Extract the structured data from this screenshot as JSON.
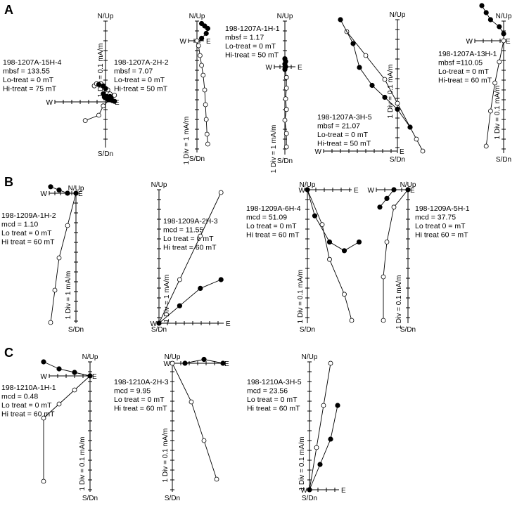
{
  "sections": [
    {
      "label": "A"
    },
    {
      "label": "B"
    },
    {
      "label": "C"
    }
  ],
  "chart_data": [
    {
      "type": "scatter",
      "id": "a15",
      "axes": {
        "n": "N/Up",
        "s": "S/Dn",
        "w": "W",
        "e": "E"
      },
      "scale": "1 Div = 0.1 mA/m",
      "info": [
        "198-1207A-15H-4",
        "mbsf = 133.55",
        "Lo-treat = 0 mT",
        "Hi-treat = 75 mT"
      ],
      "series": [
        {
          "values": [
            [
              -0.5,
              0.6
            ],
            [
              -0.4,
              0.68
            ],
            [
              -0.2,
              0.68
            ],
            [
              0.1,
              0.45
            ],
            [
              0.2,
              0.3
            ],
            [
              0.4,
              0.25
            ],
            [
              -0.1,
              -0.15
            ],
            [
              -0.3,
              -0.5
            ],
            [
              -0.9,
              -0.7
            ]
          ]
        },
        {
          "values": [
            [
              -0.3,
              0.65
            ],
            [
              -0.1,
              0.6
            ],
            [
              0.0,
              0.5
            ],
            [
              -0.1,
              0.3
            ],
            [
              0.05,
              0.2
            ],
            [
              0.1,
              0.1
            ],
            [
              0.2,
              0.2
            ],
            [
              0.25,
              0.15
            ],
            [
              -0.05,
              0.18
            ],
            [
              0.2,
              0.1
            ],
            [
              0.3,
              0.05
            ],
            [
              0.4,
              0.02
            ]
          ]
        }
      ]
    },
    {
      "type": "scatter",
      "id": "a2h",
      "axes": {
        "n": "N/Up",
        "s": "S/Dn",
        "w": "W",
        "e": "E"
      },
      "scale": "1 Div = 1 mA/m",
      "info": [
        "198-1207A-2H-2",
        "mbsf = 7.07",
        "Lo-treat = 0 mT",
        "Hi-treat = 50 mT"
      ],
      "series": [
        {
          "values": [
            [
              0.0,
              0.0
            ],
            [
              0.1,
              -0.1
            ],
            [
              0.2,
              -0.3
            ],
            [
              0.3,
              -0.5
            ],
            [
              0.4,
              -0.7
            ],
            [
              0.5,
              -1.0
            ],
            [
              0.55,
              -1.3
            ],
            [
              0.6,
              -1.6
            ],
            [
              0.65,
              -1.9
            ],
            [
              0.7,
              -2.1
            ]
          ]
        },
        {
          "values": [
            [
              0.3,
              0.35
            ],
            [
              0.5,
              0.3
            ],
            [
              0.7,
              0.25
            ],
            [
              0.6,
              0.15
            ],
            [
              0.3,
              0.05
            ]
          ]
        }
      ]
    },
    {
      "type": "scatter",
      "id": "a1h",
      "axes": {
        "n": "N/Up",
        "s": "S/Dn",
        "w": "W",
        "e": "E"
      },
      "scale": "1 Div = 1 mA/m",
      "info": [
        "198-1207A-1H-1",
        "mbsf = 1.17",
        "Lo-treat = 0 mT",
        "Hi-treat = 50 mT"
      ],
      "series": [
        {
          "values": [
            [
              0.0,
              0.0
            ],
            [
              0.1,
              -0.4
            ],
            [
              0.1,
              -0.8
            ],
            [
              0.05,
              -1.2
            ],
            [
              0.1,
              -1.6
            ],
            [
              0.0,
              -2.0
            ],
            [
              0.1,
              -2.5
            ],
            [
              0.1,
              -3.0
            ]
          ]
        },
        {
          "values": [
            [
              0.0,
              0.3
            ],
            [
              0.05,
              0.2
            ],
            [
              0.0,
              0.1
            ],
            [
              0.05,
              0.0
            ],
            [
              0.0,
              -0.1
            ]
          ]
        }
      ]
    },
    {
      "type": "scatter",
      "id": "a3h",
      "axes": {
        "n": "N/Up",
        "s": "S/Dn",
        "w": "W",
        "e": "E"
      },
      "scale": "1 Div = 0.1 mA/m",
      "info": [
        "198-1207A-3H-5",
        "mbsf = 21.07",
        "Lo-treat = 0 mT",
        "Hi-treat = 50 mT"
      ],
      "series": [
        {
          "values": [
            [
              -0.8,
              1.0
            ],
            [
              -0.5,
              0.8
            ],
            [
              -0.2,
              0.6
            ],
            [
              0.0,
              0.4
            ],
            [
              0.2,
              0.2
            ],
            [
              0.3,
              0.1
            ],
            [
              0.4,
              0.0
            ]
          ]
        },
        {
          "values": [
            [
              -0.9,
              1.1
            ],
            [
              -0.7,
              0.9
            ],
            [
              -0.6,
              0.7
            ],
            [
              -0.4,
              0.55
            ],
            [
              -0.2,
              0.45
            ],
            [
              0.0,
              0.35
            ],
            [
              0.2,
              0.2
            ]
          ]
        }
      ]
    },
    {
      "type": "scatter",
      "id": "a13h",
      "axes": {
        "n": "N/Up",
        "s": "S/Dn",
        "w": "W",
        "e": "E"
      },
      "scale": "1 Div = 0.1 mA/m",
      "info": [
        "198-1207A-13H-1",
        "mbsf =110.05",
        "Lo-treat = 0 mT",
        "Hi-treat = 60 mT"
      ],
      "series": [
        {
          "values": [
            [
              0.0,
              0.0
            ],
            [
              -0.1,
              -0.3
            ],
            [
              -0.2,
              -0.6
            ],
            [
              -0.3,
              -1.0
            ],
            [
              -0.4,
              -1.5
            ]
          ]
        },
        {
          "values": [
            [
              -0.5,
              0.5
            ],
            [
              -0.4,
              0.4
            ],
            [
              -0.3,
              0.3
            ],
            [
              -0.1,
              0.2
            ],
            [
              0.0,
              0.1
            ]
          ]
        }
      ]
    },
    {
      "type": "scatter",
      "id": "b1h",
      "axes": {
        "n": "N/Up",
        "s": "S/Dn",
        "w": "W",
        "e": "E"
      },
      "scale": "1 Div = 1 mA/m",
      "info": [
        "198-1209A-1H-2",
        "mcd = 1.10",
        "Lo treat = 0 mT",
        "Hi treat = 60 mT"
      ],
      "series": [
        {
          "values": [
            [
              0.0,
              0.0
            ],
            [
              -0.2,
              -0.5
            ],
            [
              -0.4,
              -1.0
            ],
            [
              -0.5,
              -1.5
            ],
            [
              -0.6,
              -2.0
            ]
          ]
        },
        {
          "values": [
            [
              -0.6,
              0.1
            ],
            [
              -0.4,
              0.05
            ],
            [
              -0.2,
              0.0
            ],
            [
              0.0,
              0.0
            ]
          ]
        }
      ]
    },
    {
      "type": "scatter",
      "id": "b2h",
      "axes": {
        "n": "N/Up",
        "s": "S/Dn",
        "w": "W",
        "e": "E"
      },
      "scale": "1 Div = 1 mA/m",
      "info": [
        "198-1209A-2H-3",
        "mcd = 11.55",
        "Lo treat = 0 mT",
        "Hi treat = 60 mT"
      ],
      "series": [
        {
          "values": [
            [
              0.0,
              0.0
            ],
            [
              0.3,
              0.5
            ],
            [
              0.6,
              1.0
            ],
            [
              0.9,
              1.5
            ]
          ]
        },
        {
          "values": [
            [
              0.0,
              0.0
            ],
            [
              0.3,
              0.2
            ],
            [
              0.6,
              0.4
            ],
            [
              0.9,
              0.5
            ]
          ]
        }
      ]
    },
    {
      "type": "scatter",
      "id": "b6h",
      "axes": {
        "n": "N/Up",
        "s": "S/Dn",
        "w": "W",
        "e": "E"
      },
      "scale": "1 Div = 0.1 mA/m",
      "info": [
        "198-1209A-6H-4",
        "mcd = 51.09",
        "Lo treat = 0 mT",
        "Hi treat = 60 mT"
      ],
      "series": [
        {
          "values": [
            [
              0.0,
              0.0
            ],
            [
              0.2,
              -0.4
            ],
            [
              0.3,
              -0.8
            ],
            [
              0.5,
              -1.2
            ],
            [
              0.6,
              -1.5
            ]
          ]
        },
        {
          "values": [
            [
              0.0,
              0.0
            ],
            [
              0.1,
              -0.3
            ],
            [
              0.3,
              -0.6
            ],
            [
              0.5,
              -0.7
            ],
            [
              0.7,
              -0.6
            ]
          ]
        }
      ]
    },
    {
      "type": "scatter",
      "id": "b5h",
      "axes": {
        "n": "N/Up",
        "s": "S/Dn",
        "w": "W",
        "e": "E"
      },
      "scale": "1 Div = 0.1 mA/m",
      "info": [
        "198-1209A-5H-1",
        "mcd = 37.75",
        "Lo treat 0 = mT",
        "Hi treat 60 = mT"
      ],
      "series": [
        {
          "values": [
            [
              0.0,
              0.0
            ],
            [
              -0.2,
              -0.2
            ],
            [
              -0.3,
              -0.6
            ],
            [
              -0.35,
              -1.0
            ],
            [
              -0.35,
              -1.5
            ]
          ]
        },
        {
          "values": [
            [
              -0.4,
              -0.2
            ],
            [
              -0.3,
              -0.1
            ],
            [
              -0.2,
              0.0
            ],
            [
              0.0,
              0.0
            ]
          ]
        }
      ]
    },
    {
      "type": "scatter",
      "id": "c1h",
      "axes": {
        "n": "N/Up",
        "s": "S/Dn",
        "w": "W",
        "e": "E"
      },
      "scale": "1 Div = 0.1 mA/m",
      "info": [
        "198-1210A-1H-1",
        "mcd = 0.48",
        "Lo treat = 0 mT",
        "Hi treat = 60 mT"
      ],
      "series": [
        {
          "values": [
            [
              0.0,
              0.0
            ],
            [
              -0.2,
              -0.2
            ],
            [
              -0.4,
              -0.4
            ],
            [
              -0.6,
              -0.6
            ],
            [
              -0.6,
              -1.5
            ]
          ]
        },
        {
          "values": [
            [
              -0.6,
              0.2
            ],
            [
              -0.4,
              0.1
            ],
            [
              -0.2,
              0.05
            ],
            [
              0.0,
              0.0
            ]
          ]
        }
      ]
    },
    {
      "type": "scatter",
      "id": "c2h",
      "axes": {
        "n": "N/Up",
        "s": "S/Dn",
        "w": "W",
        "e": "E"
      },
      "scale": "1 Div = 0.1 mA/m",
      "info": [
        "198-1210A-2H-3",
        "mcd = 9.95",
        "Lo treat = 0 mT",
        "Hi treat = 60 mT"
      ],
      "series": [
        {
          "values": [
            [
              0.0,
              0.0
            ],
            [
              0.3,
              -0.5
            ],
            [
              0.5,
              -1.0
            ],
            [
              0.7,
              -1.5
            ]
          ]
        },
        {
          "values": [
            [
              0.2,
              0.0
            ],
            [
              0.5,
              0.05
            ],
            [
              0.8,
              0.0
            ]
          ]
        }
      ]
    },
    {
      "type": "scatter",
      "id": "c3h",
      "axes": {
        "n": "N/Up",
        "s": "S/Dn",
        "w": "W",
        "e": "E"
      },
      "scale": "1 Div = 0.1 mA/m",
      "info": [
        "198-1210A-3H-5",
        "mcd = 23.56",
        "Lo treat = 0 mT",
        "Hi treat = 60 mT"
      ],
      "series": [
        {
          "values": [
            [
              0.0,
              0.0
            ],
            [
              0.1,
              0.5
            ],
            [
              0.2,
              1.0
            ],
            [
              0.3,
              1.5
            ]
          ]
        },
        {
          "values": [
            [
              0.0,
              0.0
            ],
            [
              0.15,
              0.3
            ],
            [
              0.3,
              0.6
            ],
            [
              0.4,
              1.0
            ]
          ]
        }
      ]
    }
  ]
}
